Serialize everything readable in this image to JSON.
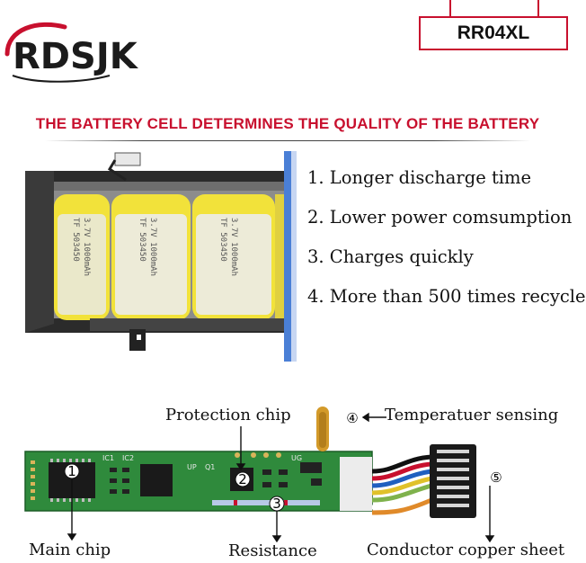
{
  "brand": {
    "logo_text": "RDSJK"
  },
  "model": "RR04XL",
  "headline": "THE BATTERY CELL DETERMINES THE QUALITY OF THE BATTERY",
  "features": [
    "1. Longer discharge time",
    "2. Lower power comsumption",
    "3. Charges quickly",
    "4. More than 500 times recycle"
  ],
  "cells": [
    {
      "line1": "TF 503450",
      "line2": "3.7V 1000mAh"
    },
    {
      "line1": "TF 503450",
      "line2": "3.7V 1000mAh"
    },
    {
      "line1": "TF 503450",
      "line2": "3.7V 1000mAh"
    }
  ],
  "pcb": {
    "labels": {
      "protection_chip": "Protection chip",
      "temperature_sensing": "Temperatuer sensing",
      "main_chip": "Main chip",
      "resistance": "Resistance",
      "conductor": "Conductor copper sheet"
    },
    "markers": {
      "m1": "1",
      "m2": "2",
      "m3": "3",
      "m4": "④",
      "m5": "⑤"
    },
    "silkscreen": {
      "ic1": "IC1",
      "ic2": "IC2",
      "up": "UP",
      "q1": "Q1",
      "ug": "UG"
    }
  },
  "colors": {
    "accent": "#c8102e",
    "pcb_green": "#2f8a3c",
    "cell_yellow": "#f2e23a",
    "frame_blue": "#4a7fd6"
  }
}
